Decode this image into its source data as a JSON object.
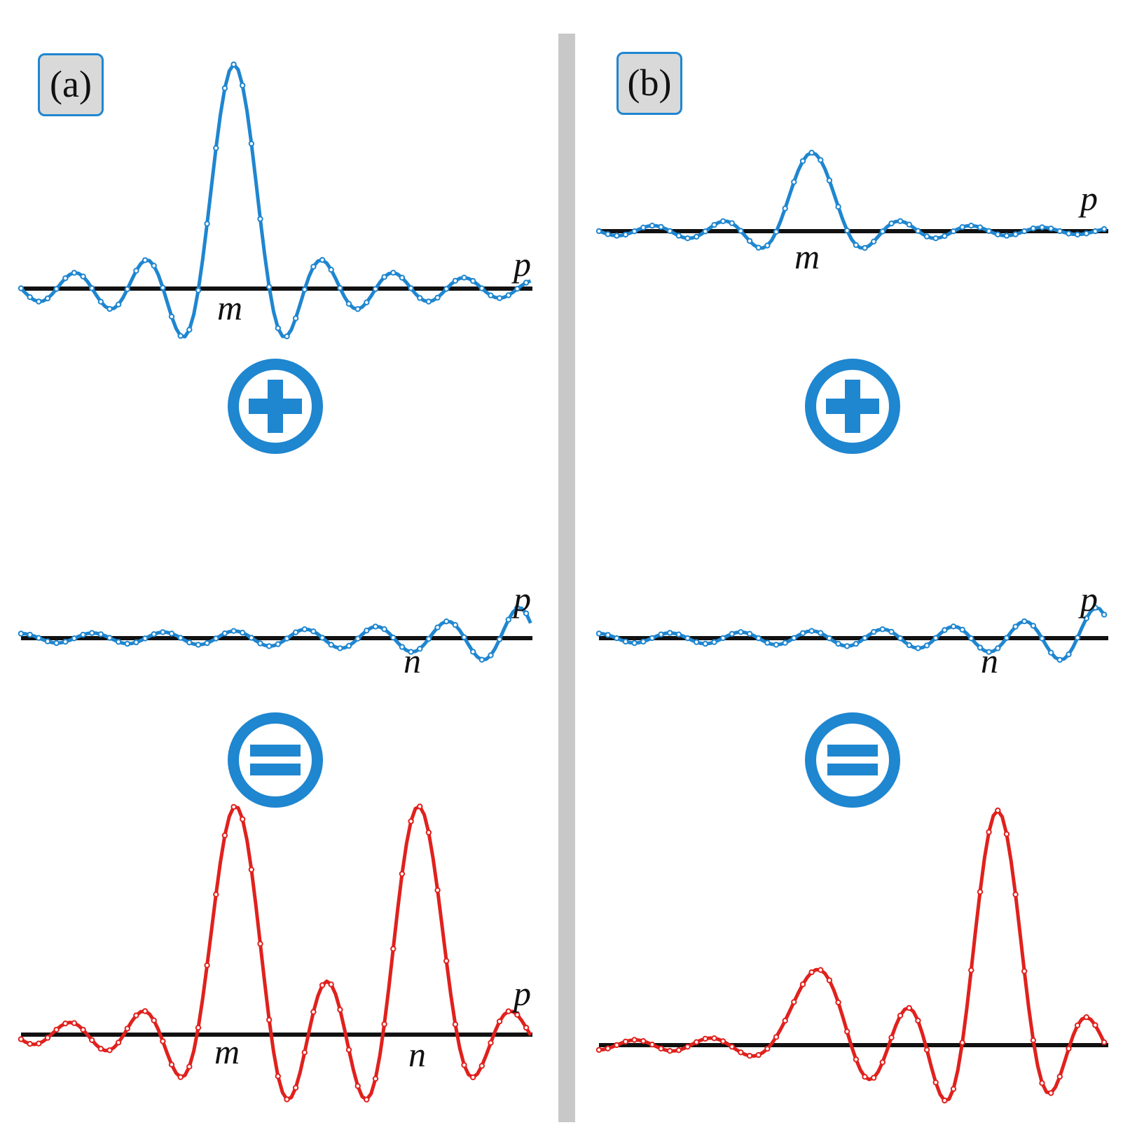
{
  "panels": {
    "a": {
      "label": "(a)"
    },
    "b": {
      "label": "(b)"
    }
  },
  "symbols": {
    "plus": "plus-in-circle-icon",
    "equals": "equals-in-circle-icon"
  },
  "colors": {
    "input_curve": "#1f86d0",
    "sum_curve": "#e0211d",
    "baseline": "#111111",
    "divider": "#c8c8c8"
  },
  "labels": {
    "p": "p",
    "m": "m",
    "n": "n"
  },
  "curves": {
    "a_top": {
      "peaks": [
        {
          "index": 0,
          "amplitude": 1.0
        }
      ],
      "tag": "m"
    },
    "a_middle": {
      "peaks": [
        {
          "index": 21,
          "amplitude": 1.0
        }
      ],
      "tag": "n"
    },
    "a_sum": {
      "peaks": [
        {
          "index": 0,
          "amplitude": 1.0
        },
        {
          "index": 21,
          "amplitude": 1.0
        }
      ],
      "tags": [
        "m",
        "n"
      ]
    },
    "b_top": {
      "peaks": [
        {
          "index": 0,
          "amplitude": 0.35
        }
      ],
      "tag": "m"
    },
    "b_middle": {
      "peaks": [
        {
          "index": 21,
          "amplitude": 1.0
        }
      ],
      "tag": "n"
    },
    "b_sum": {
      "peaks": [
        {
          "index": 0,
          "amplitude": 0.35
        },
        {
          "index": 21,
          "amplitude": 1.0
        }
      ]
    }
  }
}
